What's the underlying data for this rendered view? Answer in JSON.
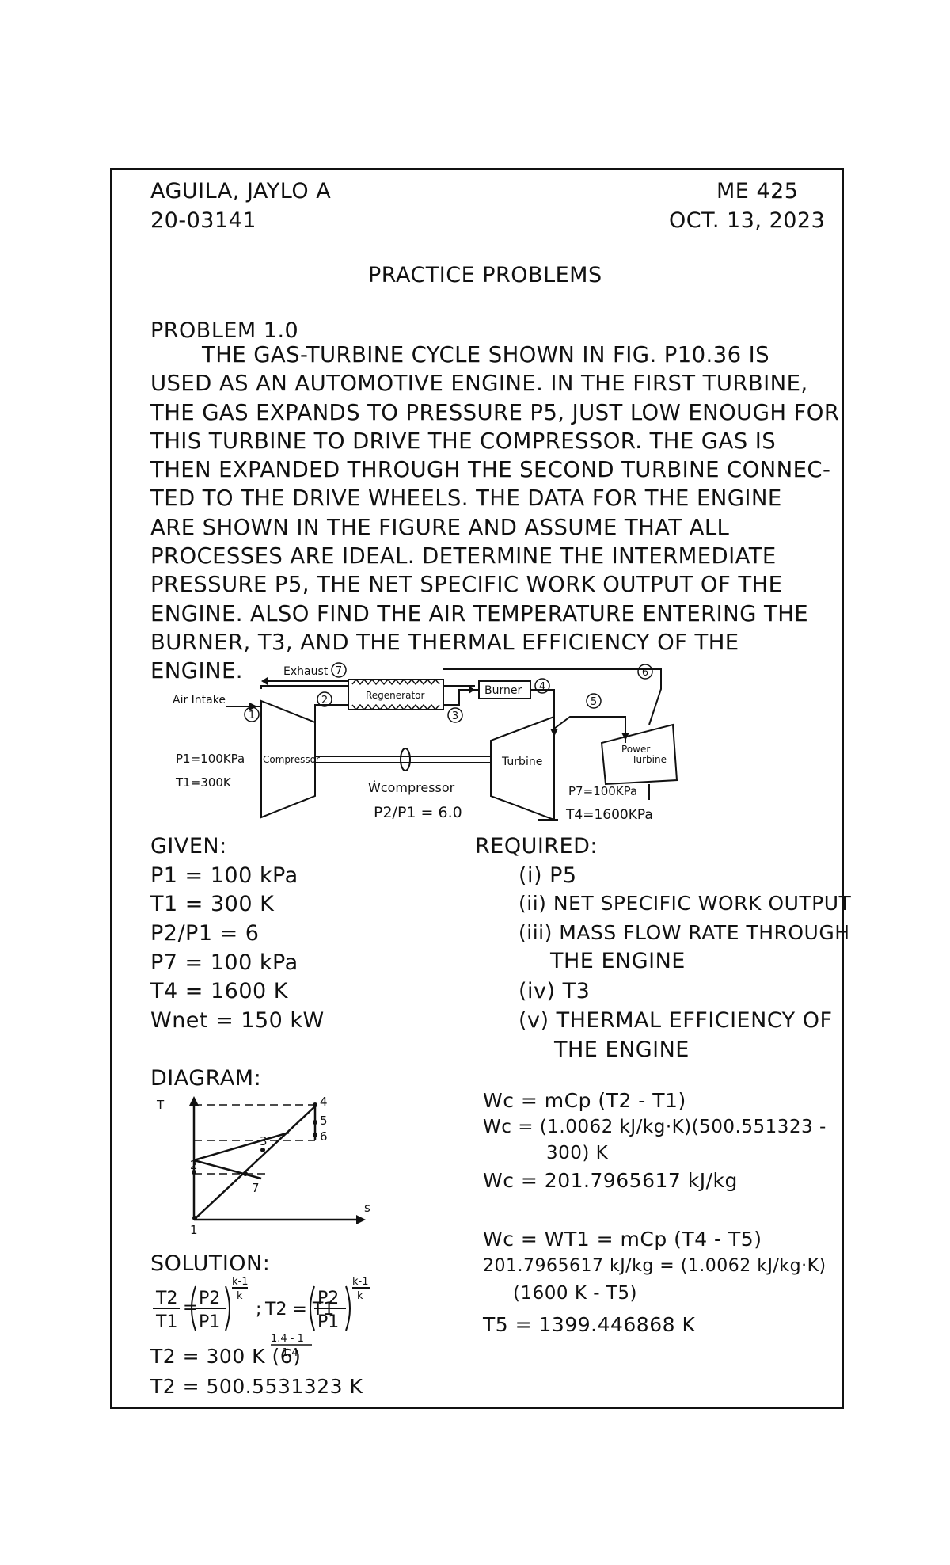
{
  "header": {
    "name": "AGUILA, JAYLO A",
    "student_id": "20-03141",
    "course": "ME 425",
    "date": "OCT. 13, 2023",
    "title": "PRACTICE PROBLEMS"
  },
  "problem": {
    "label": "PROBLEM 1.0",
    "lines": [
      "THE GAS-TURBINE CYCLE SHOWN IN FIG. P10.36 IS",
      "USED AS AN AUTOMOTIVE ENGINE. IN THE FIRST TURBINE,",
      "THE GAS EXPANDS TO PRESSURE P5, JUST LOW ENOUGH FOR",
      "THIS TURBINE TO DRIVE THE COMPRESSOR. THE GAS IS",
      "THEN EXPANDED THROUGH THE SECOND TURBINE CONNEC-",
      "TED TO THE DRIVE WHEELS. THE DATA FOR THE ENGINE",
      "ARE SHOWN IN THE FIGURE AND ASSUME THAT ALL",
      "PROCESSES ARE IDEAL. DETERMINE THE INTERMEDIATE",
      "PRESSURE P5, THE NET SPECIFIC WORK OUTPUT OF THE",
      "ENGINE. ALSO FIND THE AIR TEMPERATURE ENTERING THE",
      "BURNER, T3, AND THE THERMAL EFFICIENCY OF THE",
      "ENGINE."
    ]
  },
  "schematic": {
    "exhaust": "Exhaust",
    "air_intake": "Air Intake",
    "regenerator": "Regenerator",
    "burner": "Burner",
    "compressor": "Compressor",
    "turbine": "Turbine",
    "power_turbine_1": "Power",
    "power_turbine_2": "Turbine",
    "p1": "P1=100KPa",
    "t1": "T1=300K",
    "w_compressor": "Ẇcompressor",
    "ratio": "P2/P1 = 6.0",
    "p7": "P7=100KPa",
    "t4": "T4=1600KPa",
    "states": [
      "1",
      "2",
      "3",
      "4",
      "5",
      "6",
      "7"
    ]
  },
  "given": {
    "label": "GIVEN:",
    "items": [
      "P1 = 100 kPa",
      "T1 = 300 K",
      "P2/P1 = 6",
      "P7 = 100 kPa",
      "T4 = 1600 K",
      "Wnet = 150 kW"
    ]
  },
  "required": {
    "label": "REQUIRED:",
    "items": [
      "(i) P5",
      "(ii) NET SPECIFIC WORK OUTPUT",
      "(iii) MASS FLOW RATE THROUGH",
      "THE ENGINE",
      "(iv) T3",
      "(v) THERMAL EFFICIENCY OF",
      "THE ENGINE"
    ]
  },
  "ts_diagram": {
    "label": "DIAGRAM:",
    "t_axis": "T",
    "s_axis": "s",
    "points": [
      "1",
      "2",
      "3",
      "4",
      "5",
      "6",
      "7"
    ]
  },
  "solution": {
    "label": "SOLUTION:",
    "eq1_lhs_num": "T2",
    "eq1_lhs_den": "T1",
    "eq1_p_num": "P2",
    "eq1_p_den": "P1",
    "eq1_exp_num": "k-1",
    "eq1_exp_den": "k",
    "semicolon": ";",
    "eq2_lhs": "T2 = T1",
    "eq2_p_num": "P2",
    "eq2_p_den": "P1",
    "eq2_exp_num": "k-1",
    "eq2_exp_den": "k",
    "step1": "T2 = 300 K (6)",
    "step1_exp_num": "1.4 - 1",
    "step1_exp_den": "1.4",
    "step2": "T2 = 500.5531323 K"
  },
  "right_solution": {
    "l1": "Wc = mCp (T2 - T1)",
    "l2": "Wc = (1.0062 kJ/kg·K)(500.551323 -",
    "l3": "300) K",
    "l4": "Wc = 201.7965617 kJ/kg",
    "l5": "Wc = WT1 = mCp (T4 - T5)",
    "l6": "201.7965617 kJ/kg = (1.0062 kJ/kg·K)",
    "l7": "(1600 K - T5)",
    "l8": "T5 = 1399.446868 K"
  }
}
